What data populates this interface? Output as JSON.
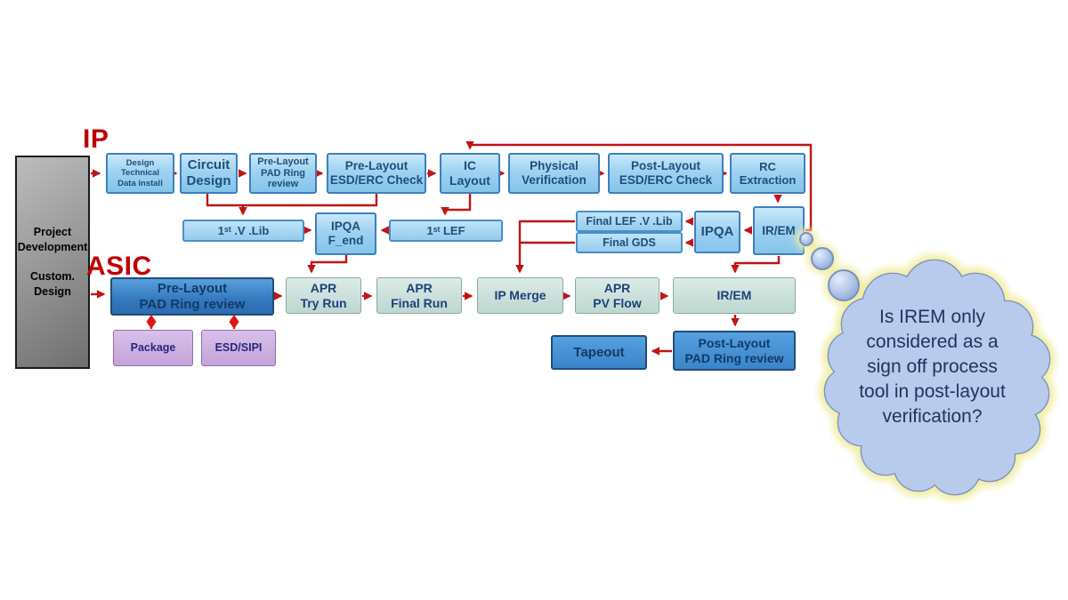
{
  "labels": {
    "ip": "IP",
    "asic": "ASIC"
  },
  "project_box": {
    "text": "Project\nDevelopment\n\nCustom.\nDesign"
  },
  "ip_flow": {
    "design_install": "Design Technical\nData install",
    "circuit_design": "Circuit\nDesign",
    "pre_pad_review": "Pre-Layout\nPAD Ring\nreview",
    "pre_esd_erc": "Pre-Layout\nESD/ERC Check",
    "ic_layout": "IC\nLayout",
    "physical_verification": "Physical\nVerification",
    "post_esd_erc": "Post-Layout\nESD/ERC Check",
    "rc_extraction": "RC\nExtraction"
  },
  "ip_outputs": {
    "first_vlib": "1ˢᵗ .V .Lib",
    "ipqa_fend": "IPQA\nF_end",
    "first_lef": "1ˢᵗ LEF",
    "final_lef": "Final LEF .V .Lib",
    "final_gds": "Final GDS",
    "ipqa": "IPQA",
    "irem": "IR/EM"
  },
  "asic_flow": {
    "pre_pad_review": "Pre-Layout\nPAD Ring review",
    "apr_try": "APR\nTry Run",
    "apr_final": "APR\nFinal Run",
    "ip_merge": "IP Merge",
    "apr_pv": "APR\nPV Flow",
    "irem": "IR/EM",
    "post_pad_review": "Post-Layout\nPAD Ring review",
    "tapeout": "Tapeout",
    "package": "Package",
    "esd_sipi": "ESD/SIPI"
  },
  "cloud": {
    "question": "Is IREM only\nconsidered as a\nsign off process\ntool in post-layout\nverification?"
  },
  "colors": {
    "arrow_red": "#c01515",
    "label_red": "#c00000",
    "ip_box_fill": "#9ed2f1",
    "ip_box_border": "#3c7fc0",
    "box_text": "#1f4e79",
    "asic_box_fill": "#bdd7d0",
    "asic_box_border": "#8fa8a2",
    "dark_blue_fill": "#3478bd",
    "purple_fill": "#c3a3d9",
    "gray_fill": "#9a9a9a",
    "cloud_fill": "#b9cbec",
    "cloud_border": "#7b90c0",
    "cloud_glow": "#f2efa6",
    "cloud_text": "#1c3560"
  }
}
